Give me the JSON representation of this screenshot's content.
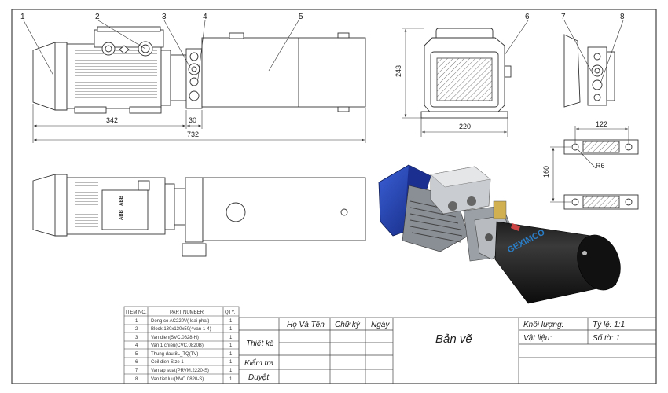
{
  "balloons": [
    "1",
    "2",
    "3",
    "4",
    "5",
    "6",
    "7",
    "8"
  ],
  "dimensions": {
    "d342": "342",
    "d30": "30",
    "d732": "732",
    "d243": "243",
    "d220": "220",
    "d122": "122",
    "d160": "160",
    "r6": "R6"
  },
  "motor_nameplate": "ABB · ABB",
  "brand": "GEXIMCO",
  "bom": {
    "headers": [
      "ITEM NO.",
      "PART NUMBER",
      "QTY."
    ],
    "rows": [
      [
        "1",
        "Dong co AC220V( loai phat)",
        "1"
      ],
      [
        "2",
        "Block 130x130x50(4van-1-4)",
        "1"
      ],
      [
        "3",
        "Van dien(SVC.0828-H)",
        "1"
      ],
      [
        "4",
        "Van 1 chieu(CVC.0820B)",
        "1"
      ],
      [
        "5",
        "Thung dau 8L_TQ(TV)",
        "1"
      ],
      [
        "6",
        "Coil dien Size 1",
        "1"
      ],
      [
        "7",
        "Van ap suat(PRVM.2220-S)",
        "1"
      ],
      [
        "8",
        "Van tiet luu(NVC.0820-S)",
        "1"
      ]
    ]
  },
  "title_block": {
    "col_name": "Họ Và Tên",
    "col_sign": "Chữ ký",
    "col_date": "Ngày",
    "row_design": "Thiết kế",
    "row_check": "Kiểm tra",
    "row_approve": "Duyệt",
    "drawing_title": "Bản vẽ",
    "mass_label": "Khối lượng:",
    "scale_label": "Tỷ lệ: 1:1",
    "material_label": "Vật liệu:",
    "sheet_label": "Số tờ: 1"
  }
}
